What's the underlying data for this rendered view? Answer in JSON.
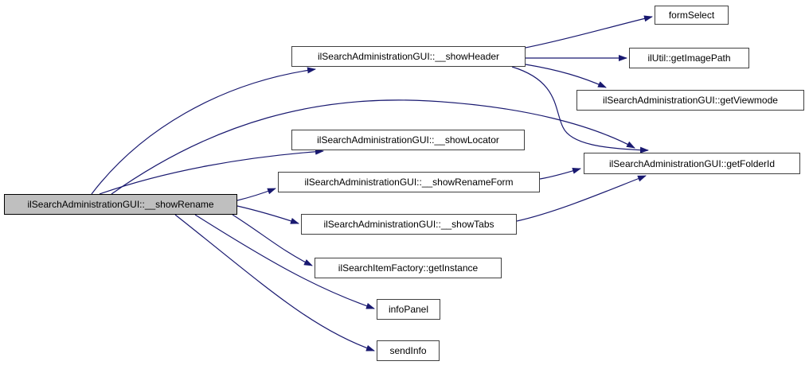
{
  "diagram": {
    "type": "call-graph",
    "colors": {
      "edge": "#191970",
      "node_fill": "#ffffff",
      "node_border": "#404040",
      "current_node_fill": "#bfbfbf",
      "text": "#000000"
    },
    "nodes": [
      {
        "id": "showRename",
        "label": "ilSearchAdministrationGUI::__showRename",
        "current": true
      },
      {
        "id": "showHeader",
        "label": "ilSearchAdministrationGUI::__showHeader",
        "current": false
      },
      {
        "id": "formSelect",
        "label": "formSelect",
        "current": false
      },
      {
        "id": "getImagePath",
        "label": "ilUtil::getImagePath",
        "current": false
      },
      {
        "id": "getViewmode",
        "label": "ilSearchAdministrationGUI::getViewmode",
        "current": false
      },
      {
        "id": "getFolderId",
        "label": "ilSearchAdministrationGUI::getFolderId",
        "current": false
      },
      {
        "id": "showLocator",
        "label": "ilSearchAdministrationGUI::__showLocator",
        "current": false
      },
      {
        "id": "showRenameForm",
        "label": "ilSearchAdministrationGUI::__showRenameForm",
        "current": false
      },
      {
        "id": "showTabs",
        "label": "ilSearchAdministrationGUI::__showTabs",
        "current": false
      },
      {
        "id": "getInstance",
        "label": "ilSearchItemFactory::getInstance",
        "current": false
      },
      {
        "id": "infoPanel",
        "label": "infoPanel",
        "current": false
      },
      {
        "id": "sendInfo",
        "label": "sendInfo",
        "current": false
      }
    ],
    "edges": [
      {
        "from": "showRename",
        "to": "showHeader"
      },
      {
        "from": "showRename",
        "to": "getFolderId"
      },
      {
        "from": "showRename",
        "to": "showLocator"
      },
      {
        "from": "showRename",
        "to": "showRenameForm"
      },
      {
        "from": "showRename",
        "to": "showTabs"
      },
      {
        "from": "showRename",
        "to": "getInstance"
      },
      {
        "from": "showRename",
        "to": "infoPanel"
      },
      {
        "from": "showRename",
        "to": "sendInfo"
      },
      {
        "from": "showHeader",
        "to": "formSelect"
      },
      {
        "from": "showHeader",
        "to": "getImagePath"
      },
      {
        "from": "showHeader",
        "to": "getViewmode"
      },
      {
        "from": "showHeader",
        "to": "getFolderId"
      },
      {
        "from": "showRenameForm",
        "to": "getFolderId"
      },
      {
        "from": "showTabs",
        "to": "getFolderId"
      }
    ]
  }
}
